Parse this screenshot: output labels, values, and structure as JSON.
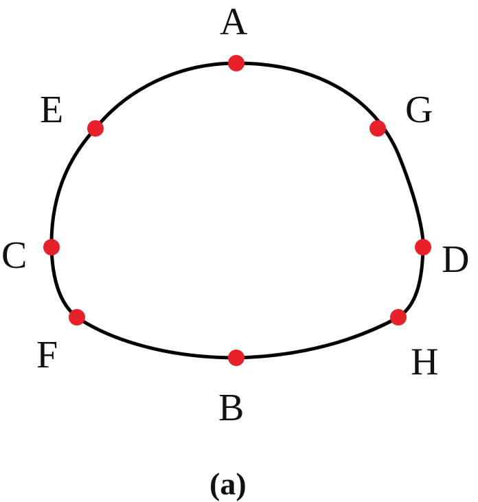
{
  "figure": {
    "caption": "(a)",
    "outline_color": "#000000",
    "point_color": "#e8202a"
  },
  "points": [
    {
      "id": "A",
      "label": "A"
    },
    {
      "id": "B",
      "label": "B"
    },
    {
      "id": "C",
      "label": "C"
    },
    {
      "id": "D",
      "label": "D"
    },
    {
      "id": "E",
      "label": "E"
    },
    {
      "id": "F",
      "label": "F"
    },
    {
      "id": "G",
      "label": "G"
    },
    {
      "id": "H",
      "label": "H"
    }
  ]
}
